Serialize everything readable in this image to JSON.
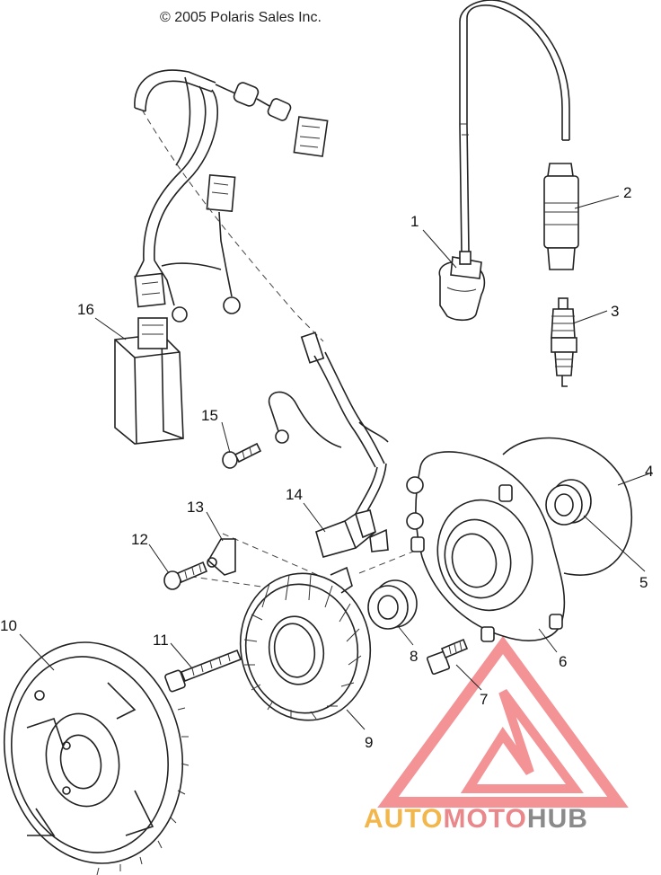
{
  "copyright": "© 2005 Polaris Sales Inc.",
  "watermark": {
    "auto": "AUTO",
    "moto": "MOTO",
    "hub": "HUB",
    "colors": {
      "auto": "#f2b64a",
      "moto": "#e9878a",
      "hub": "#8a8a8a",
      "triangle": "#ef6f74"
    }
  },
  "callouts": [
    {
      "id": "1",
      "part": "ignition-coil"
    },
    {
      "id": "2",
      "part": "spark-plug-cap"
    },
    {
      "id": "3",
      "part": "spark-plug"
    },
    {
      "id": "4",
      "part": "o-ring"
    },
    {
      "id": "5",
      "part": "seal"
    },
    {
      "id": "6",
      "part": "stator-plate"
    },
    {
      "id": "7",
      "part": "bolt"
    },
    {
      "id": "8",
      "part": "seal"
    },
    {
      "id": "9",
      "part": "stator"
    },
    {
      "id": "10",
      "part": "flywheel"
    },
    {
      "id": "11",
      "part": "screw"
    },
    {
      "id": "12",
      "part": "screw"
    },
    {
      "id": "13",
      "part": "clamp"
    },
    {
      "id": "14",
      "part": "pickup-sensor"
    },
    {
      "id": "15",
      "part": "screw"
    },
    {
      "id": "16",
      "part": "cdi-box"
    }
  ]
}
